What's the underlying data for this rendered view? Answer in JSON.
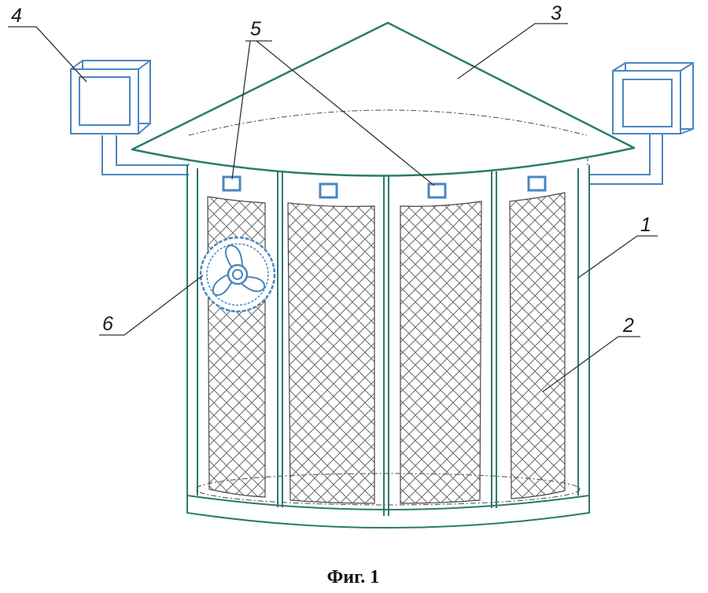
{
  "colors": {
    "outline": "#2a7a6e",
    "blue": "#4a86c0",
    "mesh": "#6a6a6a",
    "leader": "#333333"
  },
  "callouts": {
    "c1": "1",
    "c2": "2",
    "c3": "3",
    "c4": "4",
    "c5": "5",
    "c6": "6"
  },
  "caption": "Фиг. 1"
}
